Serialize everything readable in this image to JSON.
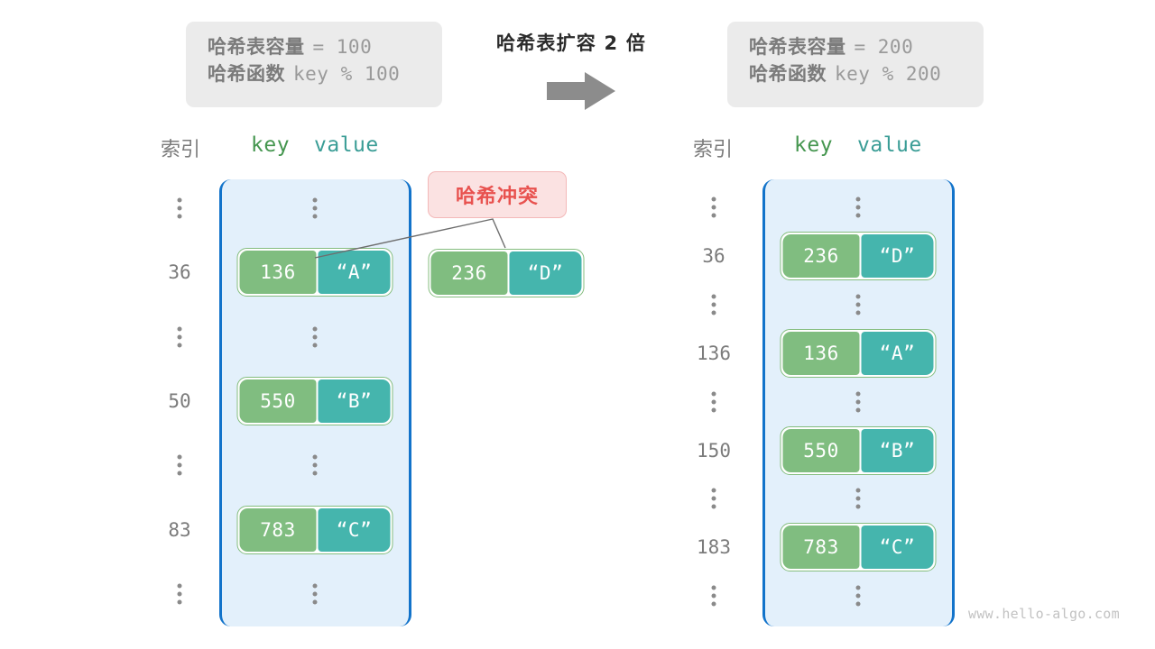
{
  "left_info": {
    "capacity_label": "哈希表容量",
    "capacity_expr": "= 100",
    "function_label": "哈希函数",
    "function_expr": "key % 100"
  },
  "right_info": {
    "capacity_label": "哈希表容量",
    "capacity_expr": "= 200",
    "function_label": "哈希函数",
    "function_expr": "key % 200"
  },
  "center": {
    "caption": "哈希表扩容 2 倍",
    "arrow_icon": "arrow-right-icon"
  },
  "collision": {
    "label": "哈希冲突",
    "detached_pair": {
      "key": "236",
      "value": "“D”"
    }
  },
  "left_table": {
    "header_index": "索引",
    "header_key": "key",
    "header_value": "value",
    "rows": [
      {
        "index": "⋮",
        "type": "dots"
      },
      {
        "index": "36",
        "type": "entry",
        "key": "136",
        "value": "“A”"
      },
      {
        "index": "⋮",
        "type": "dots"
      },
      {
        "index": "50",
        "type": "entry",
        "key": "550",
        "value": "“B”"
      },
      {
        "index": "⋮",
        "type": "dots"
      },
      {
        "index": "83",
        "type": "entry",
        "key": "783",
        "value": "“C”"
      },
      {
        "index": "⋮",
        "type": "dots"
      }
    ]
  },
  "right_table": {
    "header_index": "索引",
    "header_key": "key",
    "header_value": "value",
    "rows": [
      {
        "index": "⋮",
        "type": "dots"
      },
      {
        "index": "36",
        "type": "entry",
        "key": "236",
        "value": "“D”"
      },
      {
        "index": "⋮",
        "type": "dots"
      },
      {
        "index": "136",
        "type": "entry",
        "key": "136",
        "value": "“A”"
      },
      {
        "index": "⋮",
        "type": "dots"
      },
      {
        "index": "150",
        "type": "entry",
        "key": "550",
        "value": "“B”"
      },
      {
        "index": "⋮",
        "type": "dots"
      },
      {
        "index": "183",
        "type": "entry",
        "key": "783",
        "value": "“C”"
      },
      {
        "index": "⋮",
        "type": "dots"
      }
    ]
  },
  "watermark": "www.hello-algo.com",
  "colors": {
    "key_cell": "#80bd80",
    "value_cell": "#45b5ad",
    "pair_border": "#84bd7e",
    "table_fill": "#e3f0fb",
    "table_border": "#1273ca",
    "badge_bg": "#fbe2e2",
    "badge_text": "#e8524f",
    "info_bg": "#ebebeb",
    "arrow": "#8c8c8c"
  }
}
